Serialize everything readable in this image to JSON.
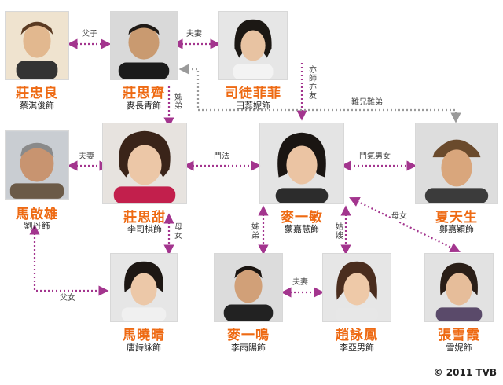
{
  "colors": {
    "link": "#a3358e",
    "name": "#ee6a13",
    "gray_link": "#9a9a9a"
  },
  "people": {
    "zhong_liang": {
      "name": "莊忠良",
      "actor": "蔡淇俊飾"
    },
    "si_qi": {
      "name": "莊思齊",
      "actor": "麥長青飾"
    },
    "fei_fei": {
      "name": "司徒菲菲",
      "actor": "田蕊妮飾"
    },
    "qi_xiong": {
      "name": "馬啟雄",
      "actor": "劉丹飾"
    },
    "si_tian": {
      "name": "莊思甜",
      "actor": "李司棋飾"
    },
    "yi_min": {
      "name": "麥一敏",
      "actor": "蒙嘉慧飾"
    },
    "tian_sheng": {
      "name": "夏天生",
      "actor": "鄭嘉穎飾"
    },
    "xiao_qing": {
      "name": "馬曉晴",
      "actor": "唐詩詠飾"
    },
    "yi_ming": {
      "name": "麥一鳴",
      "actor": "李雨陽飾"
    },
    "yong_feng": {
      "name": "趙詠鳳",
      "actor": "李亞男飾"
    },
    "xue_xia": {
      "name": "張雪霞",
      "actor": "雪妮飾"
    }
  },
  "relations": {
    "father_son": "父子",
    "couple_top": "夫妻",
    "teacher_friend": "亦師亦友",
    "hard_brother": "難兄難弟",
    "sister_brother_top": "姊弟",
    "couple_left": "夫妻",
    "rivals": "鬥法",
    "fight_couple": "鬥氣男女",
    "mother_daughter_left": "母女",
    "mother_daughter_right": "母女",
    "sister_brother_mid": "姊弟",
    "sister_in_law": "姑嫂",
    "couple_bottom": "夫妻",
    "father_daughter": "父女"
  },
  "copyright": "© 2011 TVB"
}
